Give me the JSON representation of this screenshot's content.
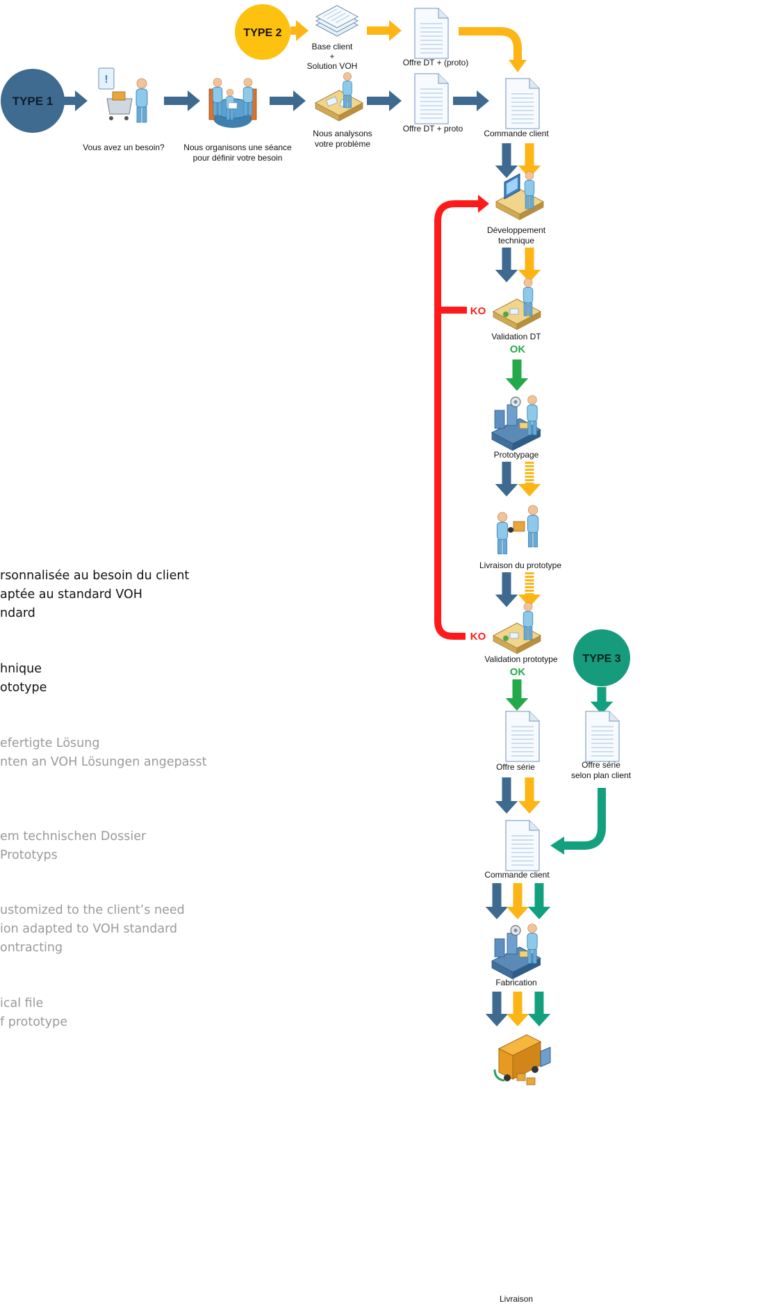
{
  "colors": {
    "blue": "#3d6a8e",
    "orange": "#fdb515",
    "green_ok": "#23a84a",
    "teal": "#13a07f",
    "red": "#ff1a1a",
    "type1": "#3e6b8f",
    "type2": "#fdc20f",
    "type3": "#169b7c"
  },
  "badges": {
    "type1": "TYPE 1",
    "type2": "TYPE 2",
    "type3": "TYPE 3"
  },
  "steps": {
    "besoin": "Vous avez un besoin?",
    "seance_1": "Nous organisons une séance",
    "seance_2": "pour définir votre besoin",
    "analyse_1": "Nous analysons",
    "analyse_2": "votre problème",
    "base_1": "Base client",
    "base_2": "+",
    "base_3": "Solution VOH",
    "offre_proto_paren": "Offre DT + (proto)",
    "offre_proto": "Offre DT + proto",
    "commande_1": "Commande client",
    "dev_1": "Développement",
    "dev_2": "technique",
    "validation_dt": "Validation DT",
    "ok_1": "OK",
    "ko_1": "KO",
    "prototypage": "Prototypage",
    "livraison_proto": "Livraison du prototype",
    "validation_proto": "Validation prototype",
    "ok_2": "OK",
    "ko_2": "KO",
    "offre_serie": "Offre série",
    "offre_serie_plan_1": "Offre série",
    "offre_serie_plan_2": "selon plan client",
    "commande_2": "Commande client",
    "fabrication": "Fabrication",
    "livraison": "Livraison"
  },
  "legend_fr": {
    "l1": "rsonnalisée au besoin du client",
    "l2": "aptée au standard VOH",
    "l3": "ndard",
    "l4": "hnique",
    "l5": "ototype"
  },
  "legend_de": {
    "l1": "efertigte Lösung",
    "l2": "nten an VOH Lösungen angepasst",
    "l3": "em technischen Dossier",
    "l4": "Prototyps"
  },
  "legend_en": {
    "l1": "ustomized to the client’s need",
    "l2": "ion adapted to VOH standard",
    "l3": "ontracting",
    "l4": "ical file",
    "l5": "f prototype"
  },
  "icons": [
    "order-person-icon",
    "meeting-icon",
    "analysis-person-icon",
    "stacked-documents-icon",
    "document-icon",
    "computer-workstation-icon",
    "desk-validation-icon",
    "production-machine-icon",
    "handover-people-icon",
    "delivery-truck-icon"
  ]
}
